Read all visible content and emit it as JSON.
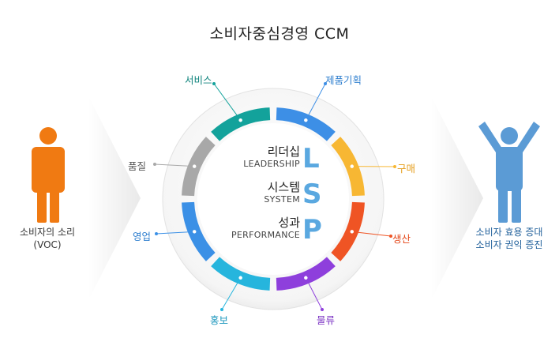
{
  "title": "소비자중심경영 CCM",
  "left_person": {
    "line1": "소비자의 소리",
    "line2": "(VOC)"
  },
  "right_person": {
    "line1": "소비자 효용 증대",
    "line2": "소비자 권익 증진"
  },
  "center": [
    {
      "ko": "리더십",
      "en": "LEADERSHIP",
      "letter": "L"
    },
    {
      "ko": "시스템",
      "en": "SYSTEM",
      "letter": "S"
    },
    {
      "ko": "성과",
      "en": "PERFORMANCE",
      "letter": "P"
    }
  ],
  "ring": [
    {
      "label": "서비스",
      "color": "#13a29b",
      "label_color": "#13867f"
    },
    {
      "label": "제품기획",
      "color": "#3d8fe6",
      "label_color": "#2f7fcf"
    },
    {
      "label": "구매",
      "color": "#f7b733",
      "label_color": "#e6a020"
    },
    {
      "label": "생산",
      "color": "#ef5424",
      "label_color": "#e5491b"
    },
    {
      "label": "물류",
      "color": "#8e3fdc",
      "label_color": "#7c34c4"
    },
    {
      "label": "홍보",
      "color": "#26b5dd",
      "label_color": "#1c97bd"
    },
    {
      "label": "영업",
      "color": "#3b90e6",
      "label_color": "#2f7fcf"
    },
    {
      "label": "품질",
      "color": "#a8a8a8",
      "label_color": "#555555"
    }
  ],
  "colors": {
    "person_left": "#f07a12",
    "person_right": "#5b9bd5",
    "arrow": "#efefef"
  }
}
